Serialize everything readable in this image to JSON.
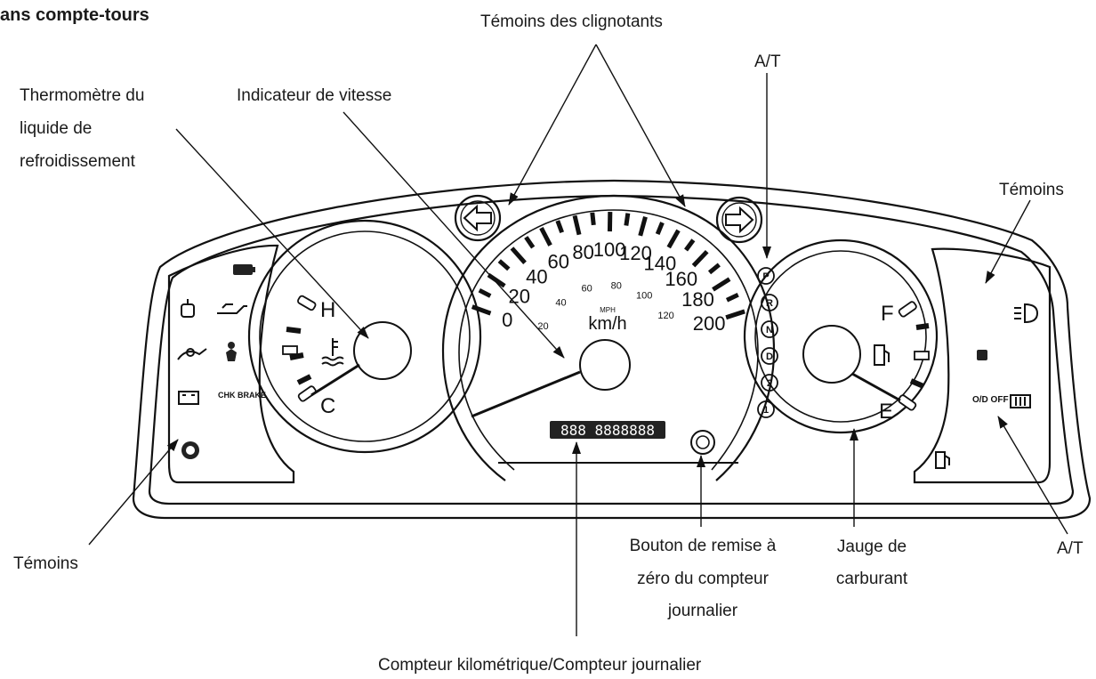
{
  "title": "ans compte-tours",
  "labels": {
    "turn_signals": "Témoins des clignotants",
    "at_top": "A/T",
    "thermo_1": "Thermomètre du",
    "thermo_2": "liquide de",
    "thermo_3": "refroidissement",
    "speed_indicator": "Indicateur de vitesse",
    "warning_right": "Témoins",
    "warning_left": "Témoins",
    "reset_1": "Bouton de remise à",
    "reset_2": "zéro du compteur",
    "reset_3": "journalier",
    "fuel_1": "Jauge de",
    "fuel_2": "carburant",
    "at_bottom": "A/T",
    "odometer": "Compteur kilométrique/Compteur journalier"
  },
  "gauges": {
    "temp_hot": "H",
    "temp_cold": "C",
    "fuel_full": "F",
    "fuel_empty": "E",
    "speed_unit": "km/h",
    "mph_tag": "MPH",
    "kmh_marks": [
      "0",
      "20",
      "40",
      "60",
      "80",
      "100",
      "120",
      "140",
      "160",
      "180",
      "200"
    ],
    "mph_marks": [
      "20",
      "40",
      "60",
      "80",
      "100",
      "120"
    ],
    "gear_positions": [
      "P",
      "R",
      "N",
      "D",
      "2",
      "1"
    ],
    "odometer_display": "888 8888888",
    "tcs_off": "O/D OFF",
    "check_brake": "CHK BRAKE"
  },
  "icons": [
    "left-turn-arrow-icon",
    "right-turn-arrow-icon",
    "coolant-temp-icon",
    "fuel-pump-icon",
    "check-engine-icon",
    "oil-pressure-icon",
    "seatbelt-icon",
    "airbag-icon",
    "battery-icon",
    "abs-icon",
    "headlight-icon",
    "rear-defrost-icon",
    "door-open-icon",
    "trip-reset-knob-icon"
  ]
}
